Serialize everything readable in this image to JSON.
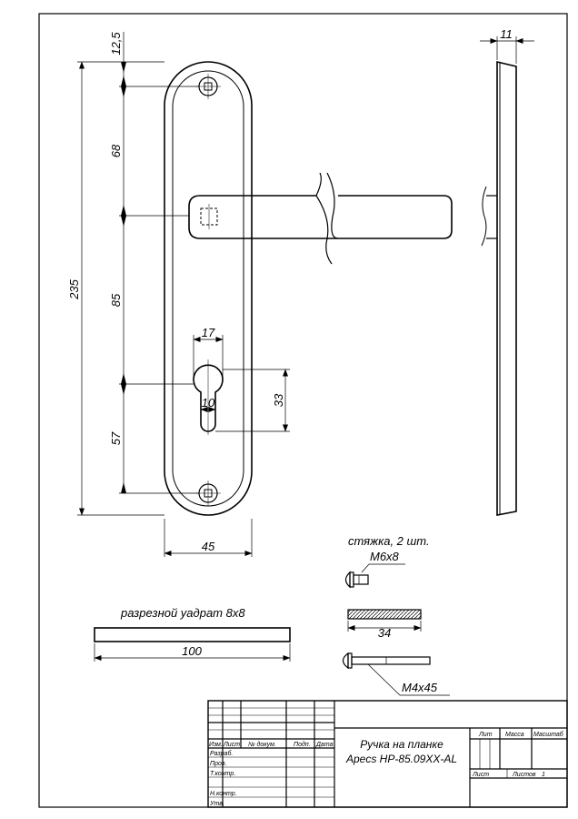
{
  "dimensions": {
    "top_margin": "12,5",
    "upper": "68",
    "middle": "85",
    "lower": "57",
    "total_height": "235",
    "width": "45",
    "cylinder_width": "17",
    "cylinder_hole": "10",
    "cylinder_height": "33",
    "thickness": "11"
  },
  "labels": {
    "tie_note": "стяжка, 2 шт.",
    "m6x8": "M6x8",
    "length_34": "34",
    "m4x45": "M4x45",
    "square_note": "разрезной уадрат 8x8",
    "square_length": "100"
  },
  "title_block": {
    "headers": [
      "Изм.",
      "Лист",
      "№ докум.",
      "Подп.",
      "Дата"
    ],
    "rows": [
      "Разраб.",
      "Пров.",
      "Т.контр.",
      "Н.контр.",
      "Утв."
    ],
    "title_line1": "Ручка на планке",
    "title_line2": "Apecs HP-85.09XX-AL",
    "lit": "Лит",
    "mass": "Масса",
    "scale": "Масштаб",
    "sheet": "Лист",
    "sheets": "Листов",
    "sheets_count": "1"
  }
}
